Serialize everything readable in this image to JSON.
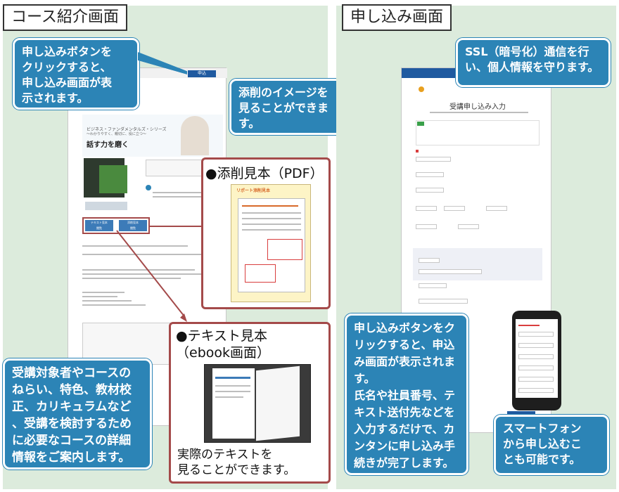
{
  "left_panel": {
    "title": "コース紹介画面",
    "callout_apply": "申し込みボタンを\nクリックすると、\n申し込み画面が表\n示されます。",
    "callout_correction": "添削のイメージを\n見ることができま\nす。",
    "callout_details": "受講対象者やコースの\nねらい、特色、教材校\n正、カリキュラムなど\n、受講を検討するため\nに必要なコースの詳細\n情報をご案内します。",
    "sample_pdf_title": "●添削見本（PDF）",
    "text_sample_title": "●テキスト見本\n（ebook画面）",
    "text_sample_caption": "実際のテキストを\n見ることができます。",
    "mock": {
      "series": "ビジネス・ファンダメンタルズ・シリーズ",
      "series_sub": "〜わかりやすく、親切に、役に立つ〜",
      "course_title": "話す力を磨く",
      "apply_btn": "申込",
      "sample_btn_1": "テキスト見本\n閲覧",
      "sample_btn_2": "添削見本\n閲覧",
      "report_heading": "リポート添削見本"
    }
  },
  "right_panel": {
    "title": "申し込み画面",
    "callout_ssl": "SSL（暗号化）通信を行\nい、個人情報を守ります。",
    "callout_apply": "申し込みボタンをク\nリックすると、申込\nみ画面が表示されま\nす。\n氏名や社員番号、テ\nキスト送付先などを\n入力するだけで、カ\nンタンに申し込み手\n続きが完了します。",
    "callout_phone": "スマートフォン\nから申し込むこ\nとも可能です。",
    "mock": {
      "form_title": "受講申し込み入力"
    }
  }
}
